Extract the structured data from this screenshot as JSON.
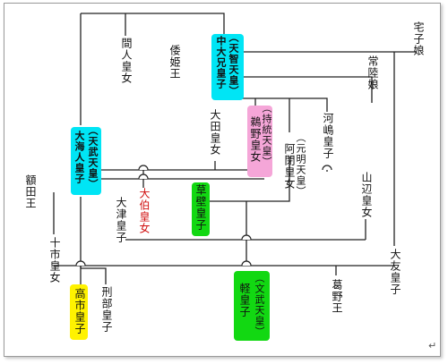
{
  "people": {
    "takarako": "宅子娘",
    "hitachi": "常陸娘",
    "tenji_title": "（天智天皇）",
    "tenji_name": "中大兄皇子",
    "yamatohime": "倭姫王",
    "hashihito": "間人皇女",
    "ota": "大田皇女",
    "jito_title": "（持統天皇）",
    "jito_name": "鵜野皇女",
    "genmei_title": "（元明天皇）",
    "genmei_name": "阿閉皇女",
    "kawashima": "河嶋皇子",
    "yamanobe": "山辺皇女",
    "tenmu_title": "（天武天皇）",
    "tenmu_name": "大海人皇子",
    "nukata": "額田王",
    "oku": "大伯皇女",
    "kusakabe": "草壁皇子",
    "otsu": "大津皇子",
    "tochi": "十市皇女",
    "otomo": "大友皇子",
    "takechi": "高市皇子",
    "osakabe": "刑部皇子",
    "monmu_title": "（文武天皇）",
    "monmu_name": "軽皇子",
    "kadono": "葛野王"
  },
  "colors": {
    "cyan": "#00e5f5",
    "pink": "#f5a6d8",
    "green": "#12d812",
    "yellow": "#fff200",
    "red_text": "#d01010"
  },
  "return_mark": "↵"
}
